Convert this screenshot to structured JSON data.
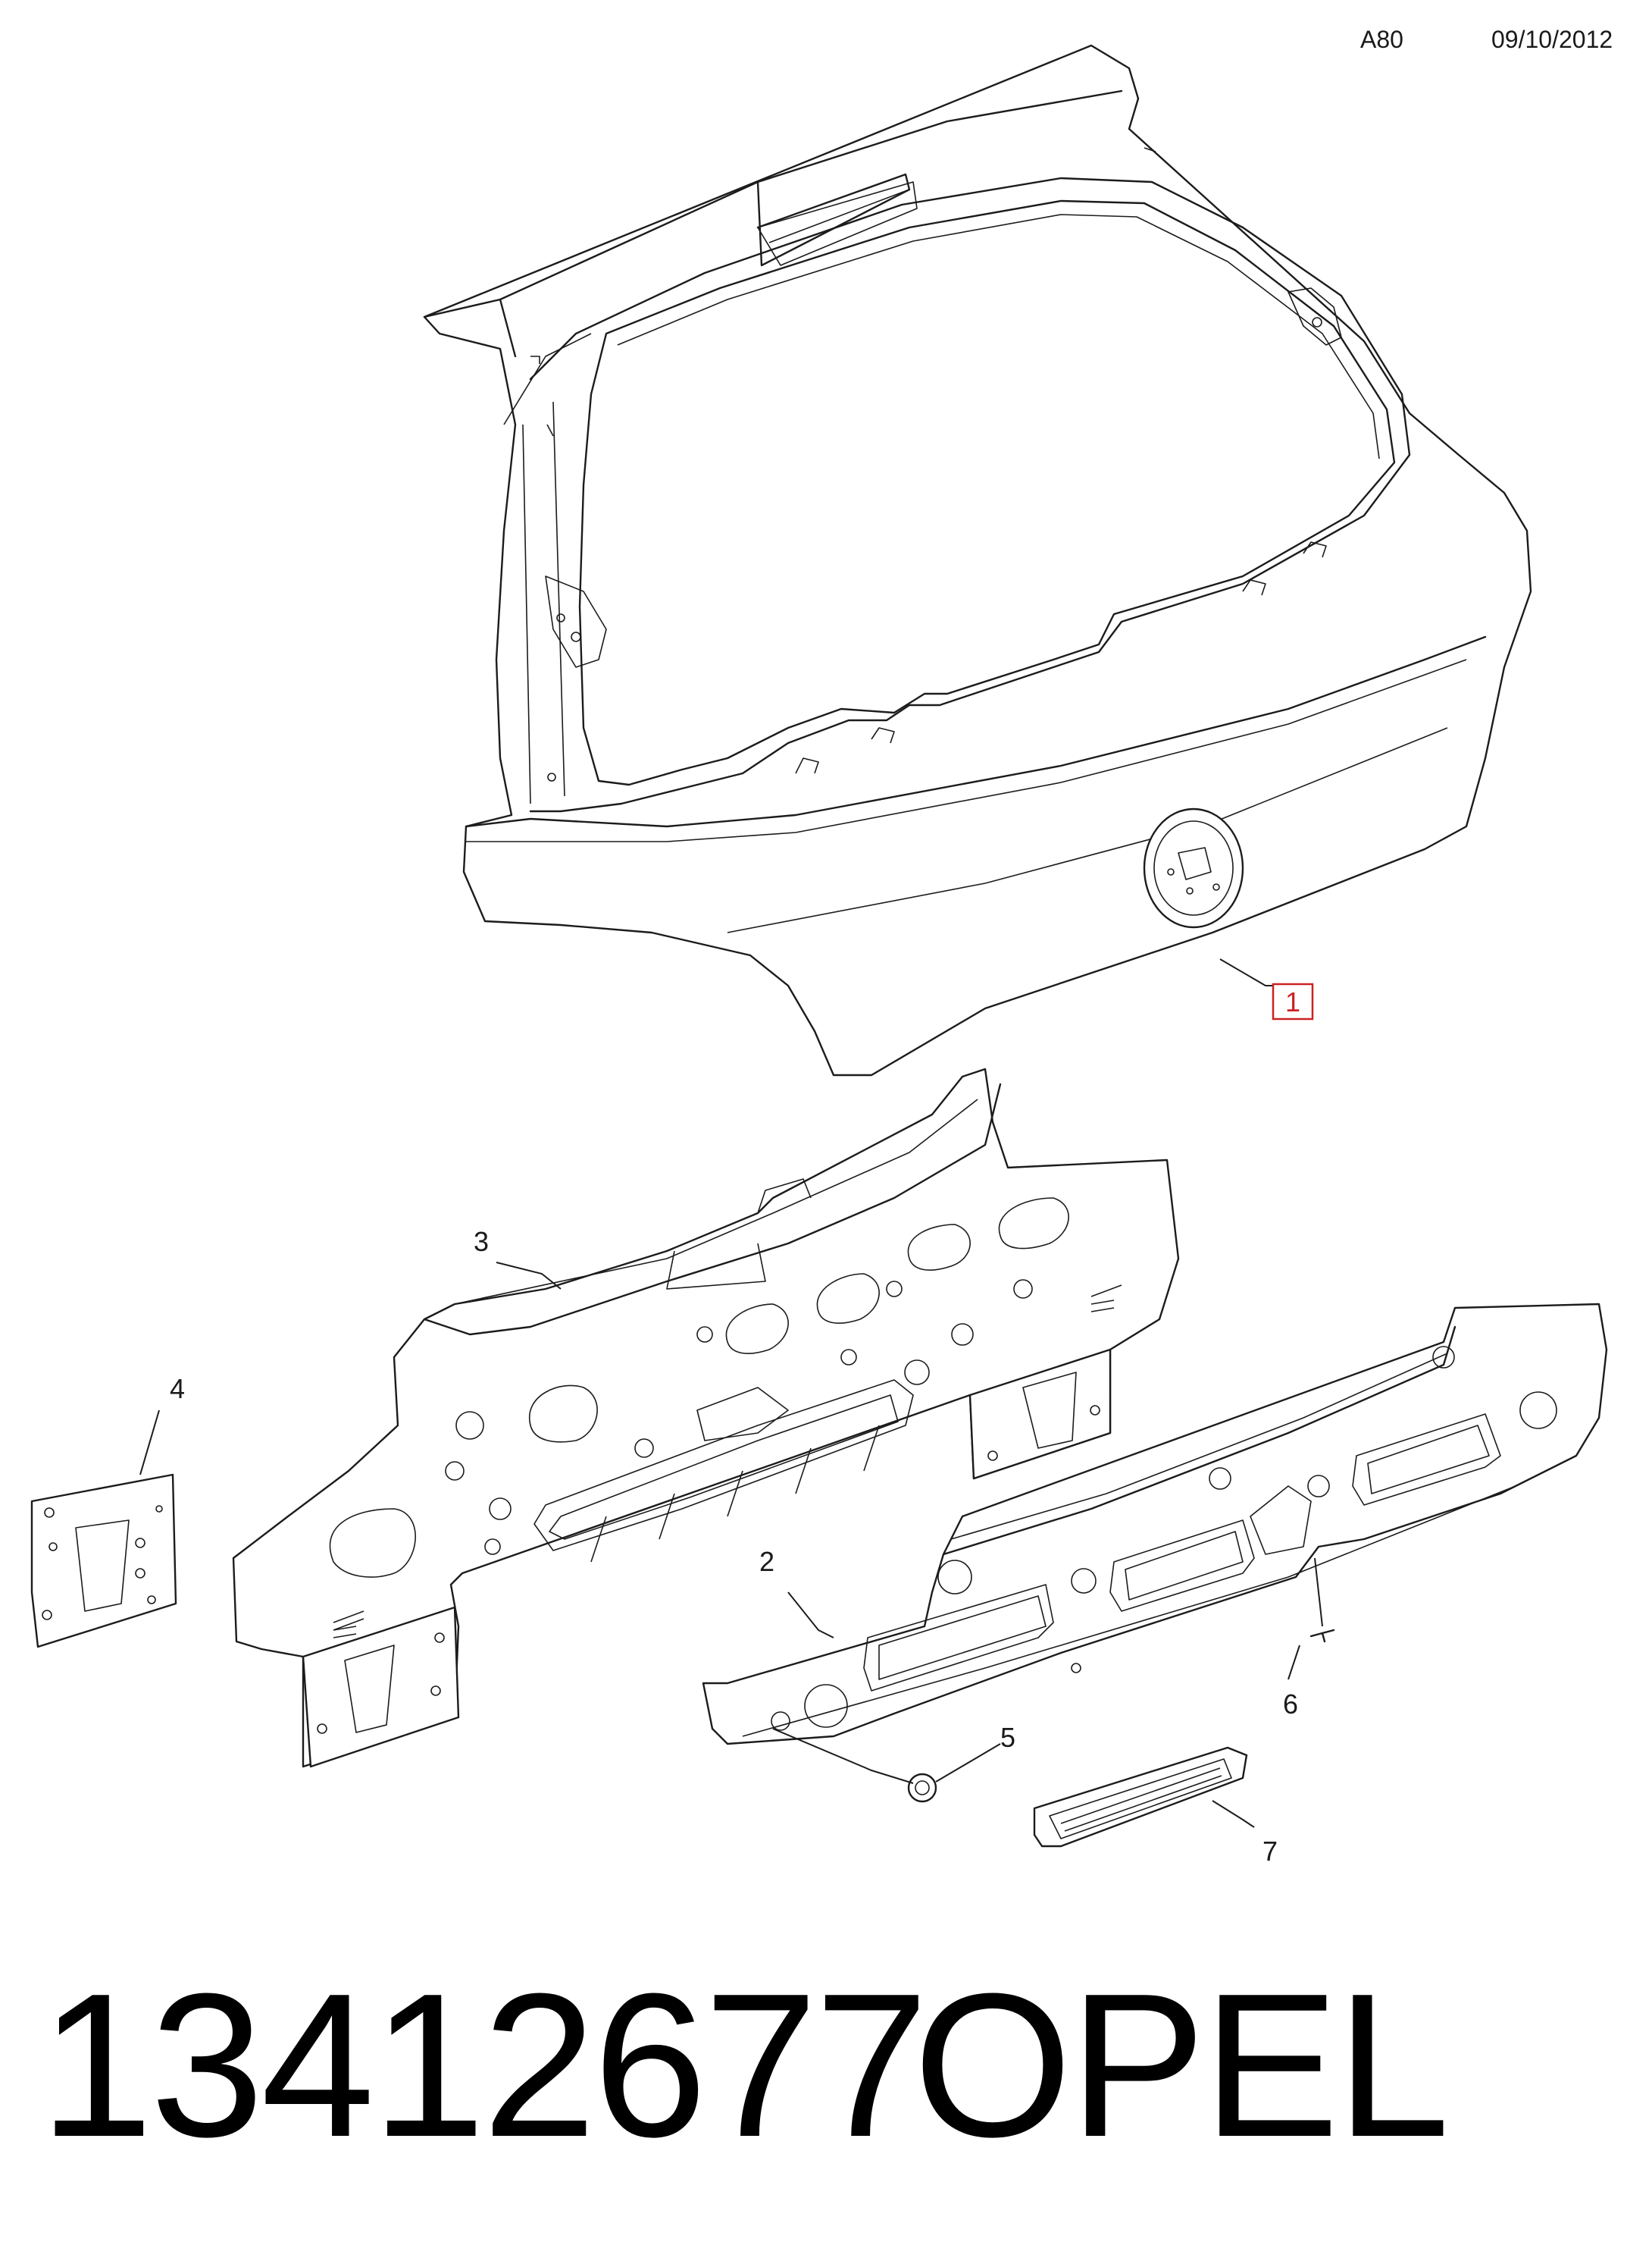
{
  "header": {
    "code": "A80",
    "date": "09/10/2012"
  },
  "callouts": [
    {
      "id": "1",
      "label": "1",
      "highlighted": true,
      "color": "#cc2222"
    },
    {
      "id": "2",
      "label": "2"
    },
    {
      "id": "3",
      "label": "3"
    },
    {
      "id": "4",
      "label": "4"
    },
    {
      "id": "5",
      "label": "5"
    },
    {
      "id": "6",
      "label": "6"
    },
    {
      "id": "7",
      "label": "7"
    }
  ],
  "footer": {
    "part_number": "13412677",
    "brand": "OPEL"
  }
}
